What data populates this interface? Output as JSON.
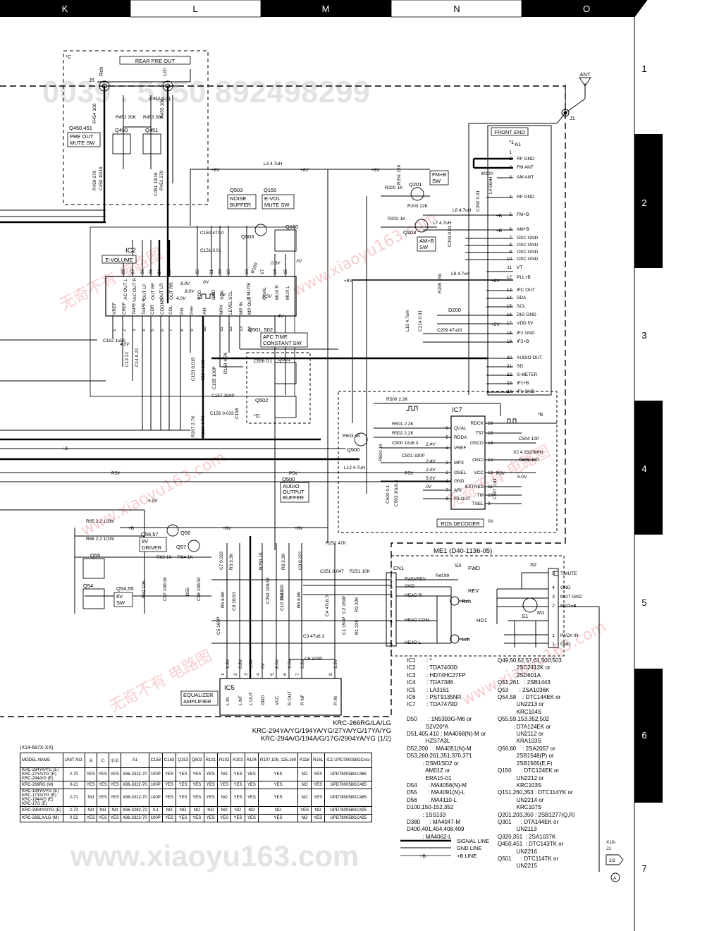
{
  "header": {
    "columns": [
      "K",
      "L",
      "M",
      "N",
      "O"
    ]
  },
  "row_numbers": [
    "1",
    "2",
    "3",
    "4",
    "5",
    "6",
    "7"
  ],
  "watermarks": {
    "id": "0039 . 5150 892498299",
    "site": "www.xiaoyu163.com",
    "cn": "无奇不有 电路图"
  },
  "blocks": {
    "rear_pre_out": "REAR PRE OUT",
    "ant": "ANT",
    "front_end": "FRONT END",
    "e_volume": "E-VOLUME",
    "ic2": "IC2",
    "noise_buffer": [
      "NOISE",
      "BUFFER"
    ],
    "e_vol_mute": [
      "E-VOL",
      "MUTE SW"
    ],
    "fm_b_sw": [
      "FM+B",
      "SW"
    ],
    "am_b_sw": [
      "AM+B",
      "SW"
    ],
    "pre_out_mute": [
      "PRE OUT",
      "MUTE SW"
    ],
    "afc_time": [
      "AFC TIME",
      "CONSTANT SW"
    ],
    "ic7": "IC7",
    "rds_decoder": "RDS DECODER",
    "audio_output_buffer": [
      "AUDIO",
      "OUTPUT",
      "BUFFER"
    ],
    "q56_driver": [
      "8V",
      "DRIVER"
    ],
    "q54_sw": [
      "8V",
      "SW"
    ],
    "me1": "ME1 (D40-1136-05)",
    "cn1": "CN1",
    "ic5": "IC5",
    "equalizer": [
      "EQUALIZER",
      "AMPLIFIER"
    ],
    "hd1": "HD1",
    "s1": "S1",
    "s2": "S2",
    "s3": "S3",
    "m1": "M1",
    "fwd": "FWD",
    "rev": "REV"
  },
  "ref_labels": {
    "j5": "J5",
    "j1": "J1",
    "a1": "A1",
    "q450": "Q450",
    "q451": "Q451",
    "q150": "Q150",
    "q503": "Q503",
    "q201": "Q201",
    "q203": "Q203",
    "q500": "Q500",
    "q501": "Q501",
    "q502": "Q502",
    "q55": "Q55",
    "q54": "Q54",
    "q56": "Q56",
    "q57": "Q57",
    "d200": "D200",
    "q450_451": "Q450,451",
    "q56_57": "Q56,57",
    "q54_55": "Q54,55",
    "q501_502": "Q501, 502",
    "q503_150": "Q503",
    "q150_b": "Q150",
    "q500_b": "Q500",
    "rch": "Rch",
    "lch": "Lch",
    "rch2": "Rch",
    "lch2": "Lch"
  },
  "supply_labels": {
    "p8v": "+8V",
    "pb": "+B",
    "p5v": "P5V",
    "p5vb": "+5V",
    "l3": "L3 4.7uH",
    "l12": "L12 4.7uH",
    "v50": "5.0V",
    "v0": "0V"
  },
  "front_end_pins": [
    {
      "n": "1",
      "label": ""
    },
    {
      "n": "2",
      "label": "RF GND"
    },
    {
      "n": "3",
      "label": "FM ANT"
    },
    {
      "n": "3",
      "label": "AM ANT"
    },
    {
      "n": "4",
      "label": "RF GND"
    },
    {
      "n": "5",
      "label": "FM+B"
    },
    {
      "n": "6",
      "label": "AM+B"
    },
    {
      "n": "7",
      "label": "OSC GND"
    },
    {
      "n": "8",
      "label": "OSC GND"
    },
    {
      "n": "9",
      "label": "OSC GND"
    },
    {
      "n": "10",
      "label": "OSC GND"
    },
    {
      "n": "11",
      "label": "VT"
    },
    {
      "n": "12",
      "label": "PLL+B"
    },
    {
      "n": "13",
      "label": "IFC OUT"
    },
    {
      "n": "14",
      "label": "SDA"
    },
    {
      "n": "15",
      "label": "SCL"
    },
    {
      "n": "16",
      "label": "DIG GND"
    },
    {
      "n": "17",
      "label": "VDD 5V"
    },
    {
      "n": "18",
      "label": "IF2 GND"
    },
    {
      "n": "19",
      "label": "IF2+B"
    },
    {
      "n": "20",
      "label": "AUDIO OUT"
    },
    {
      "n": "21",
      "label": "SD"
    },
    {
      "n": "22",
      "label": "S-METER"
    },
    {
      "n": "23",
      "label": "IF1+B"
    },
    {
      "n": "24",
      "label": "IF1 GND"
    }
  ],
  "ic2_top_pins": [
    {
      "n": "28",
      "label": "AC OUT L"
    },
    {
      "n": "27",
      "label": "AC OUT R"
    },
    {
      "n": "26",
      "label": "OUT LF"
    },
    {
      "n": "25",
      "label": "OUT RF"
    },
    {
      "n": "24",
      "label": "OUT LR"
    },
    {
      "n": "23",
      "label": "OUT RR"
    },
    {
      "n": "22",
      "label": "VDD"
    },
    {
      "n": "21",
      "label": "GND"
    },
    {
      "n": "20",
      "label": "SDA"
    },
    {
      "n": "19",
      "label": "SCL"
    },
    {
      "n": "18",
      "label": "S MUTE"
    },
    {
      "n": "17",
      "label": "QUAL"
    },
    {
      "n": "16",
      "label": "MUX R"
    },
    {
      "n": "15",
      "label": "MUX L"
    }
  ],
  "ic2_bottom_pins": [
    {
      "n": "1",
      "label": "VREF"
    },
    {
      "n": "2",
      "label": "CREF"
    },
    {
      "n": "3",
      "label": "TAPE L"
    },
    {
      "n": "4",
      "label": "TAPE R"
    },
    {
      "n": "5",
      "label": "CDR"
    },
    {
      "n": "6",
      "label": "CDGND"
    },
    {
      "n": "7",
      "label": "CDL"
    },
    {
      "n": "8",
      "label": "PH-"
    },
    {
      "n": "9",
      "label": "PH+"
    },
    {
      "n": "10",
      "label": "AM"
    },
    {
      "n": "11",
      "label": "MPX"
    },
    {
      "n": "12",
      "label": "LEVEL"
    },
    {
      "n": "13",
      "label": "MP IN"
    },
    {
      "n": "14",
      "label": "MP OUT"
    }
  ],
  "ic7_left_pins": [
    {
      "n": "6",
      "label": "QUAL"
    },
    {
      "n": "5",
      "label": "RDDA"
    },
    {
      "n": "4",
      "label": "VREF"
    },
    {
      "n": "3",
      "label": "MPX"
    },
    {
      "n": "2",
      "label": "OSEL"
    },
    {
      "n": "1",
      "label": "GND"
    },
    {
      "n": "7",
      "label": "ARI"
    },
    {
      "n": "8",
      "label": "FILOUT"
    }
  ],
  "ic7_right_pins": [
    {
      "n": "16",
      "label": "RDCK"
    },
    {
      "n": "15",
      "label": "T57"
    },
    {
      "n": "14",
      "label": "OSCO"
    },
    {
      "n": "13",
      "label": "OSCI"
    },
    {
      "n": "12",
      "label": "VCC"
    },
    {
      "n": "11",
      "label": "EXTRES"
    },
    {
      "n": "10",
      "label": "TM"
    },
    {
      "n": "9",
      "label": "TSEL"
    }
  ],
  "ic5_pins": [
    {
      "n": "1",
      "label": "L IN"
    },
    {
      "n": "2",
      "label": "L NF"
    },
    {
      "n": "3",
      "label": "L OUT"
    },
    {
      "n": "4",
      "label": "GND"
    },
    {
      "n": "5",
      "label": "VCC"
    },
    {
      "n": "6",
      "label": "R OUT"
    },
    {
      "n": "7",
      "label": "R NF"
    },
    {
      "n": "8",
      "label": "R IN"
    }
  ],
  "ic5_volts": [
    "1.3V",
    "0.8V",
    "3.5V",
    "0V",
    "8.0V",
    "3.5V",
    "0.8V",
    "1.3V"
  ],
  "cn1_pins": [
    {
      "n": "1",
      "label": "FWD/REV"
    },
    {
      "n": "2",
      "label": "GND"
    },
    {
      "n": "3",
      "label": "HEAD R"
    },
    {
      "n": "4",
      "label": "HEAD COM"
    },
    {
      "n": "5",
      "label": "HEAD L"
    }
  ],
  "me1_pins": [
    {
      "n": "5",
      "label": "T.MUTE"
    },
    {
      "n": "4",
      "label": "GND"
    },
    {
      "n": "3",
      "label": "MOT GND"
    },
    {
      "n": "2",
      "label": "MOT+B"
    },
    {
      "n": "1",
      "label": "PACK IN"
    },
    {
      "n": "1",
      "label": "GND"
    }
  ],
  "components": {
    "c452": "C452 0.01",
    "r454": "R454 100",
    "r452": "R452 30K",
    "r453": "R453 30K",
    "r455": "R455 100",
    "r450": "R450 270",
    "c450": "C450 10/16",
    "r451": "R451 270",
    "c451": "C451 10/16",
    "c150": "C150 47/10",
    "c151": "C151 0.01",
    "r160": "R160",
    "r201": "R201 22K",
    "r200": "R200 1K",
    "r203": "R203 22K",
    "r202": "R202 1K",
    "l6": "L6 4.7uH",
    "l7": "L7 4.7uH",
    "l4": "L4 56nH",
    "w200": "W200",
    "c202": "C202 0.01",
    "c204": "C204 0.01",
    "l8": "L8 4.7uH",
    "r205": "R205 150",
    "c209": "C209 47u10",
    "l10": "L10 4.7uH",
    "c214": "C214 0.01",
    "c152": "C152 1u50",
    "c13": "C13 22",
    "c14": "C14 0.22",
    "c153": "C153 0.015",
    "c154": "C154 0.22",
    "r150": "R150 4.7K",
    "c155": "C155 100P",
    "c157": "C157 150P",
    "c156": "C156 0.033",
    "c158": "C158",
    "c506": "C506 0.1",
    "r207": "R207 2.7K",
    "r206": "R206 4.7K",
    "r500": "R500 2.2K",
    "r501": "R501 2.2K",
    "r502": "R502 2.2K",
    "r503": "R503 1K",
    "c500": "C500 10u6.3",
    "c501": "C501 330P",
    "r504": "R504 1K",
    "c502": "C502 0.1",
    "c503": "C503 10u6.3",
    "c504": "C504 10P",
    "c505": "C505 10P",
    "x2": "X2 4.3320MHz",
    "c507": "C507 0.01",
    "r65": "R65 2.2 1/2W",
    "r66": "R66 2.2 1/2W",
    "r63": "R63 1K",
    "r64": "R64 1K",
    "r62": "R62 10K",
    "c57": "C57 100/16",
    "d55": "D55",
    "c58": "C58 100/10",
    "r252": "R252 47K",
    "c7": "C7 0.022",
    "r3": "R3 3.3K",
    "r5": "R5 6.8K",
    "c9": "C9 10/10",
    "c250": "C250 100/16",
    "r250": "R250 1K",
    "r8": "R8 3.3K",
    "c8": "C8 0.022",
    "r4": "R4 220",
    "c10": "C10 10/10",
    "r6": "R6 6.8K",
    "c5": "C5 100P",
    "c251": "C251 0.047",
    "r251": "R251 10K",
    "c4": "C4 47u6.3",
    "c2": "C2 150P",
    "r2": "R2 22K",
    "c1": "C1 150P",
    "r1": "R1 22K",
    "c3": "C3 47u6.3",
    "c6": "C6 100P",
    "ref99": "Ref.99"
  },
  "note_tags": {
    "c_tag": "*C",
    "d_tag": "*D",
    "e_tag": "*E",
    "a_tag": "*1"
  },
  "voltages": {
    "v8a": "8.0V",
    "v8b": "8.0V",
    "v4a": "4.0V",
    "v4b": "4.0V",
    "v0a": "0V",
    "v0b": "0V",
    "v35a": "3.5V",
    "v03": "0.3V",
    "v3": "3V",
    "v4c": "4V",
    "v24a": "2.4V",
    "v24b": "2.4V",
    "v24c": "2.4V",
    "v50a": "5.0V",
    "v0c": "0V",
    "v50b": "5.0V"
  },
  "models_caption": [
    "KRC-266RG/LA/LG",
    "KRC-294YA/YG/194YA/YG/27YA/YG/17YA/YG",
    "KRC-294A/G/194A/G/17G/2904YA/YG (1/2)"
  ],
  "table_caption": "(X14-687X-XX)",
  "model_table": {
    "headers": [
      "MODEL NAME",
      "UNIT NO.",
      "Ⓐ",
      "Ⓒ",
      "ⒹⒺ",
      "A1",
      "C158",
      "C163",
      "Q153",
      "Q503",
      "R101",
      "R102",
      "R103",
      "R104",
      "R107,108, 125,160",
      "R118",
      "R161",
      "IC1 UPD780058GCxxx"
    ],
    "rows": [
      [
        "KRC-294YA/YG (E)\nKRC-27YA/YG (E)\nKRC-294A/G (E)",
        "2-70",
        "YES",
        "YES",
        "YES",
        "X86-3322-70",
        "100P",
        "YES",
        "YES",
        "YES",
        "YES",
        "NO",
        "YES",
        "YES",
        "YES",
        "NO",
        "YES",
        "UPD780058GC465"
      ],
      [
        "KRC-266RG (M)",
        "0-21",
        "YES",
        "YES",
        "YES",
        "X86-3322-70",
        "100P",
        "YES",
        "YES",
        "YES",
        "YES",
        "YES",
        "YES",
        "YES",
        "YES",
        "NO",
        "YES",
        "UPD780058GC465"
      ],
      [
        "KRC-194YA/YG (E)\nKRC-17YA/YG (E)\nKRC-194A/G (E)\nKRC-17G (E)",
        "2-71",
        "NO",
        "YES",
        "YES",
        "X86-3322-70",
        "100P",
        "YES",
        "YES",
        "YES",
        "YES",
        "NO",
        "YES",
        "YES",
        "YES",
        "NO",
        "YES",
        "UPD780058GC465"
      ],
      [
        "KRC-2904YA/YG (E)",
        "2-73",
        "NO",
        "NO",
        "NO",
        "X86-3282-72",
        "0.1",
        "NO",
        "NO",
        "NO",
        "NO",
        "NO",
        "NO",
        "NO",
        "NO",
        "YES",
        "NO",
        "UPD780058GC425"
      ],
      [
        "KRC-266LA/LG (M)",
        "0-22",
        "YES",
        "YES",
        "YES",
        "X86-3322-70",
        "100P",
        "YES",
        "YES",
        "YES",
        "YES",
        "YES",
        "YES",
        "YES",
        "YES",
        "NO",
        "YES",
        "UPD780058GC425"
      ]
    ]
  },
  "ic_list": "IC1       : *\nIC2       : TDA7400D\nIC3       : HD74HC27FP\nIC4       : TDA7386\nIC5       : LA3161\nIC6       : PST9135NR\nIC7       : TDA7479D\n\nD50       : 1N5393G-M6 or\n            S2V20*A\nD51,405,410 : MA4068(N)-M or\n            HZS7A3L\nD52,200   : MA4051(N)-M\nD53,260,261,351,370,371\n          : DSM1SD2 or\n            AM01Z or\n            ERA15-01\nD54       : MA4056(N)-M\nD55       : MA4091(N)-L\nD56       : MA4110-L\nD100,150-152,352\n          : 1SS133\nD380      : MA4047-M\nD400,401,404,408,409\n          : MA4062-L",
  "tr_list": "Q49,50,52,57,61,500,503\n          : 2SC2412K or\n            2SD601A\nQ51,261   : 2SB1443\nQ53       : 2SA1036K\nQ54,58    : DTC144EK or\n            UN2213 or\n            KRC104S\nQ55,59,153,352,502\n          : DTA124EK or\n            UN2112 or\n            KRA103S\nQ56,60    : 2SA2057 or\n            2SB1548(P) or\n            2SB1565(E,F)\nQ150      : DTC124EK or\n            UN2212 or\n            KRC103S\nQ151,260,353 : DTC114YK or\n            UN2214 or\n            KRC107S\nQ201,203,350 : 2SB1277(Q,R)\nQ301      : DTA144EK or\n            UN2113\nQ320,351  : 2SA1037K\nQ450,451  : DTC143TK or\n            UN2216\nQ501      : DTC114TK or\n            UN2215",
  "legend": {
    "signal": "SIGNAL LINE",
    "gnd": "GND LINE",
    "b": "+B LINE",
    "b_mark": "+B"
  },
  "continuation": {
    "ref": "X16-",
    "ref2": "J1",
    "page": "2/2",
    "tag": "A"
  }
}
